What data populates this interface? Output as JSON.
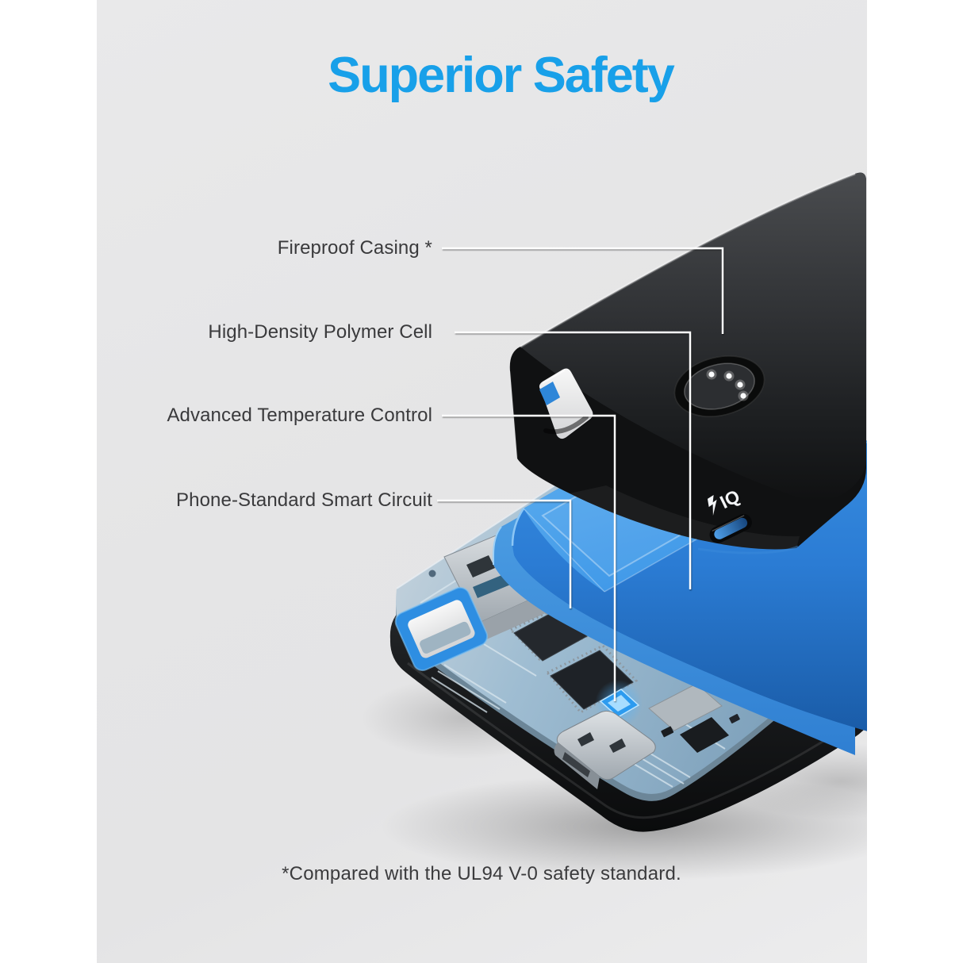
{
  "page": {
    "panel_background": "#e5e5e6",
    "margin_color": "#ffffff"
  },
  "title": {
    "text": "Superior Safety",
    "color": "#18a0e9"
  },
  "callouts": [
    {
      "label": "Fireproof Casing *"
    },
    {
      "label": "High-Density Polymer Cell"
    },
    {
      "label": "Advanced Temperature Control"
    },
    {
      "label": "Phone-Standard Smart Circuit"
    }
  ],
  "footnote": "*Compared with the UL94 V-0 safety standard.",
  "product": {
    "port_logo": "IQ",
    "led_count": 4,
    "colors": {
      "casing_black": "#232528",
      "battery_cell_blue": "#2f86dc",
      "circuit_board": "#a9c2d4",
      "accent_blue": "#2e86d8",
      "callout_line": "#ffffff"
    }
  }
}
